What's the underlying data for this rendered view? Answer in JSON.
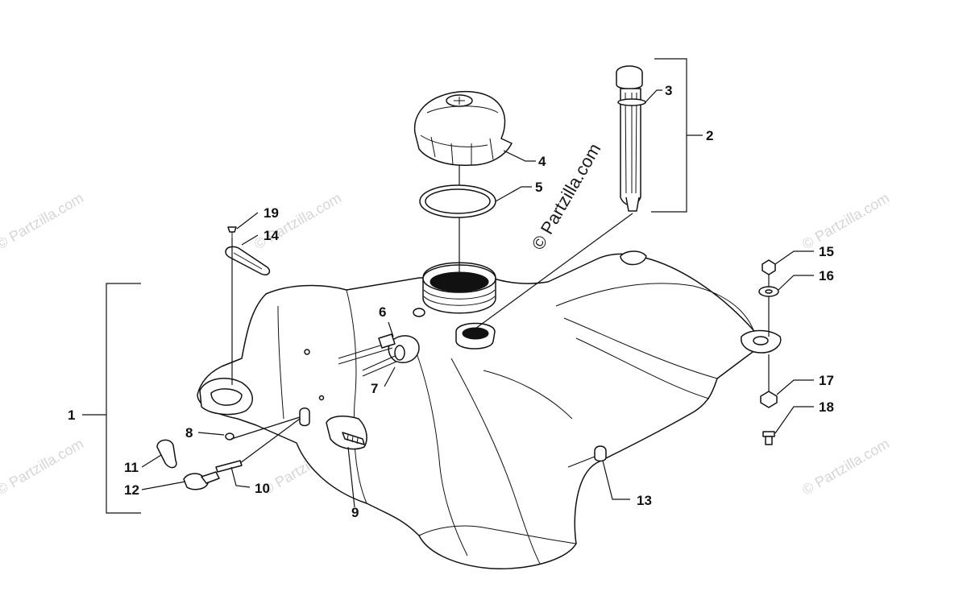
{
  "watermark": "© Partzilla.com",
  "callouts": [
    "1",
    "2",
    "3",
    "4",
    "5",
    "6",
    "7",
    "8",
    "9",
    "10",
    "11",
    "12",
    "13",
    "14",
    "15",
    "16",
    "17",
    "18",
    "19"
  ],
  "colors": {
    "line": "#111111",
    "background": "#ffffff",
    "watermark": "#d6d6d6"
  }
}
